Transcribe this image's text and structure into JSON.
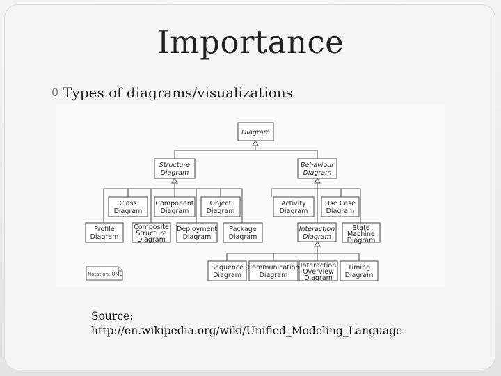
{
  "title": "Importance",
  "bullet": {
    "marker": "0",
    "text": "Types of diagrams/visualizations"
  },
  "diagram": {
    "root": [
      "Diagram"
    ],
    "structure": [
      "Structure",
      "Diagram"
    ],
    "behaviour": [
      "Behaviour",
      "Diagram"
    ],
    "class": [
      "Class",
      "Diagram"
    ],
    "component": [
      "Component",
      "Diagram"
    ],
    "object": [
      "Object",
      "Diagram"
    ],
    "profile": [
      "Profile",
      "Diagram"
    ],
    "composite": [
      "Composite",
      "Structure",
      "Diagram"
    ],
    "deployment": [
      "Deployment",
      "Diagram"
    ],
    "package": [
      "Package",
      "Diagram"
    ],
    "activity": [
      "Activity",
      "Diagram"
    ],
    "usecase": [
      "Use Case",
      "Diagram"
    ],
    "interaction": [
      "Interaction",
      "Diagram"
    ],
    "statemachine": [
      "State",
      "Machine",
      "Diagram"
    ],
    "sequence": [
      "Sequence",
      "Diagram"
    ],
    "communication": [
      "Communication",
      "Diagram"
    ],
    "overview": [
      "Interaction",
      "Overview",
      "Diagram"
    ],
    "timing": [
      "Timing",
      "Diagram"
    ],
    "notation": "Notation: UML"
  },
  "source": {
    "label": "Source:",
    "url": "http://en.wikipedia.org/wiki/Unified_Modeling_Language"
  }
}
